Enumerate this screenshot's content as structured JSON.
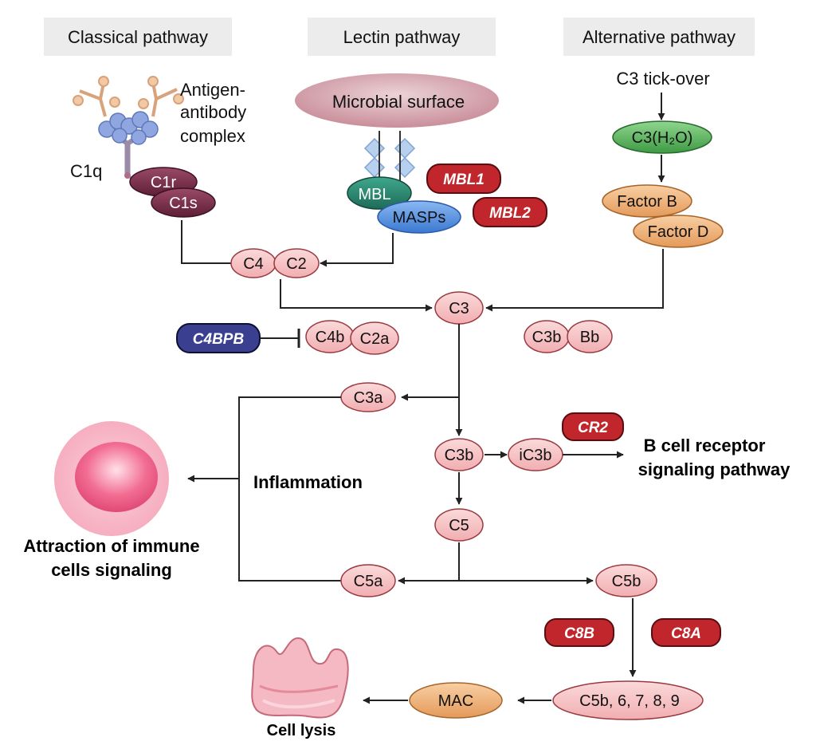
{
  "headers": {
    "classical": "Classical pathway",
    "lectin": "Lectin pathway",
    "alternative": "Alternative pathway"
  },
  "labels": {
    "antigen_antibody": [
      "Antigen-",
      "antibody",
      "complex"
    ],
    "c1q": "C1q",
    "microbial_surface": "Microbial surface",
    "tick_over": "C3 tick-over",
    "inflammation": "Inflammation",
    "b_cell": [
      "B cell receptor",
      "signaling pathway"
    ],
    "attraction": [
      "Attraction of immune",
      "cells signaling"
    ],
    "cell_lysis": "Cell lysis"
  },
  "nodes": {
    "c1r": "C1r",
    "c1s": "C1s",
    "mbl": "MBL",
    "masps": "MASPs",
    "c3h2o": "C3(H₂O)",
    "factor_b": "Factor B",
    "factor_d": "Factor D",
    "c4": "C4",
    "c2": "C2",
    "c3": "C3",
    "c4b": "C4b",
    "c2a": "C2a",
    "c3b_alt": "C3b",
    "bb": "Bb",
    "c3a": "C3a",
    "c3b": "C3b",
    "ic3b": "iC3b",
    "c5": "C5",
    "c5a": "C5a",
    "c5b": "C5b",
    "c5b6789": "C5b, 6, 7, 8, 9",
    "mac": "MAC"
  },
  "genes": {
    "mbl1": "MBL1",
    "mbl2": "MBL2",
    "c4bpb": "C4BPB",
    "cr2": "CR2",
    "c8b": "C8B",
    "c8a": "C8A"
  },
  "colors": {
    "header_bg": "#ececec",
    "pink_node": "#f7c2c4",
    "gene_red": "#c0262b",
    "gene_blue": "#3b3f8f",
    "c1_purple": "#7a2e4a",
    "mbl_teal": "#2c8a73",
    "masps_blue": "#4f8fe0",
    "c3h2o_green": "#57b85c",
    "factor_orange": "#f2b57e",
    "microbial": "#d9a9b3"
  }
}
